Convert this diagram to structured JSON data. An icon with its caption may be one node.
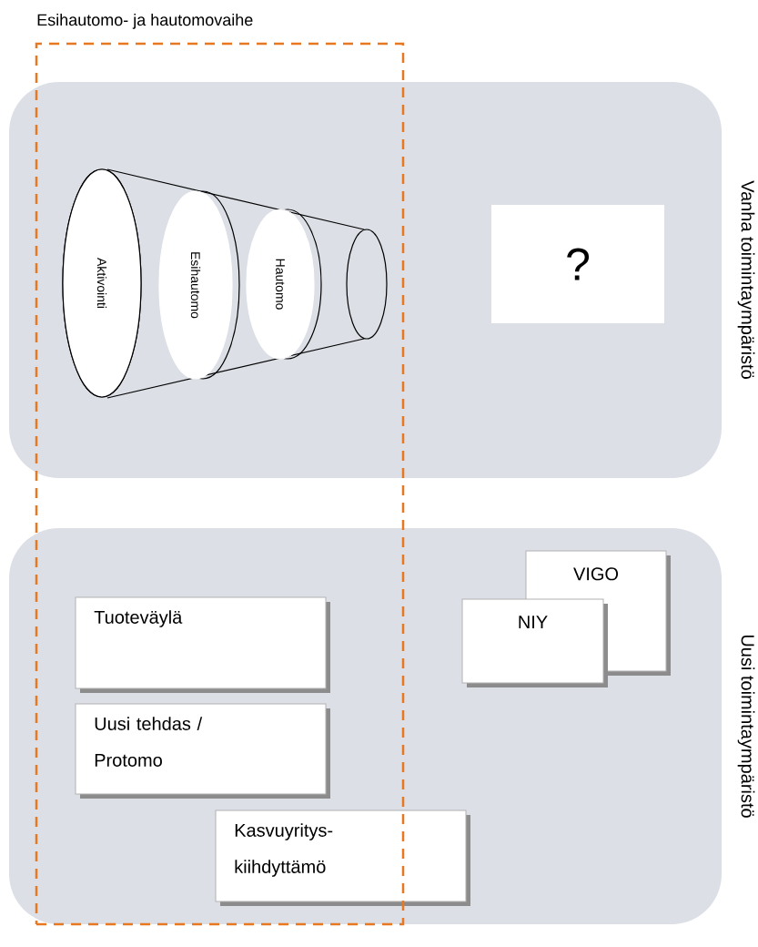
{
  "diagram": {
    "nodes": [
      {
        "text": [
          "Esihautomo- ja hautomovaihe"
        ]
      },
      {
        "text": [
          "Vanha toimintaympäristö"
        ]
      },
      {
        "text": [
          "Aktivointi"
        ]
      },
      {
        "text": [
          "Esihautomo"
        ]
      },
      {
        "text": [
          "Hautomo"
        ]
      },
      {
        "text": [
          "?"
        ],
        "in": 1
      },
      {
        "text": [
          "Uusi toimintaympäristö"
        ]
      },
      {
        "text": [
          "Tuoteväylä"
        ]
      },
      {
        "text": [
          "Uusi tehdas / Protomo"
        ]
      },
      {
        "text": [
          "Kasvuyritys- kiihdyttämö"
        ],
        "in": 6
      },
      {
        "text": [
          "VIGO"
        ],
        "in": 6
      },
      {
        "text": [
          "NIY"
        ],
        "in": 6
      }
    ]
  }
}
